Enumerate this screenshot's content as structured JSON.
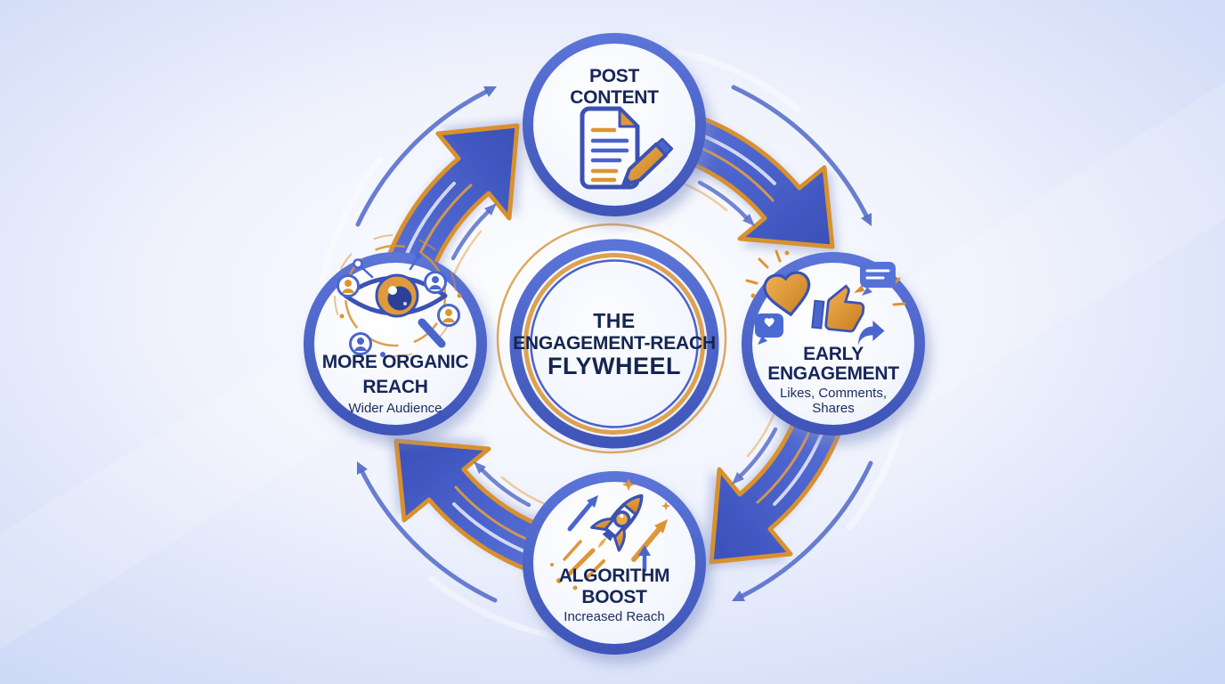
{
  "diagram": {
    "center": {
      "line1": "THE",
      "line2": "ENGAGEMENT-REACH",
      "line3": "FLYWHEEL"
    },
    "nodes": [
      {
        "id": "post-content",
        "line1": "POST",
        "line2": "CONTENT",
        "sub1": "",
        "sub2": "",
        "icon": "document-pencil-icon"
      },
      {
        "id": "early-engagement",
        "line1": "EARLY",
        "line2": "ENGAGEMENT",
        "sub1": "Likes, Comments,",
        "sub2": "Shares",
        "icon": "reactions-icon"
      },
      {
        "id": "algorithm-boost",
        "line1": "ALGORITHM",
        "line2": "BOOST",
        "sub1": "Increased Reach",
        "sub2": "",
        "icon": "rocket-icon"
      },
      {
        "id": "more-organic-reach",
        "line1": "MORE ORGANIC",
        "line2": "REACH",
        "sub1": "Wider Audience",
        "sub2": "",
        "icon": "eye-audience-icon"
      }
    ],
    "flow_order": [
      "post-content",
      "early-engagement",
      "algorithm-boost",
      "more-organic-reach"
    ],
    "colors": {
      "primary_blue": "#4a61c6",
      "deep_blue": "#3b52b4",
      "accent_orange": "#d78d2c",
      "navy_text": "#17265a",
      "background_edge": "#c9d6f5",
      "background_center": "#fdfeff"
    }
  }
}
